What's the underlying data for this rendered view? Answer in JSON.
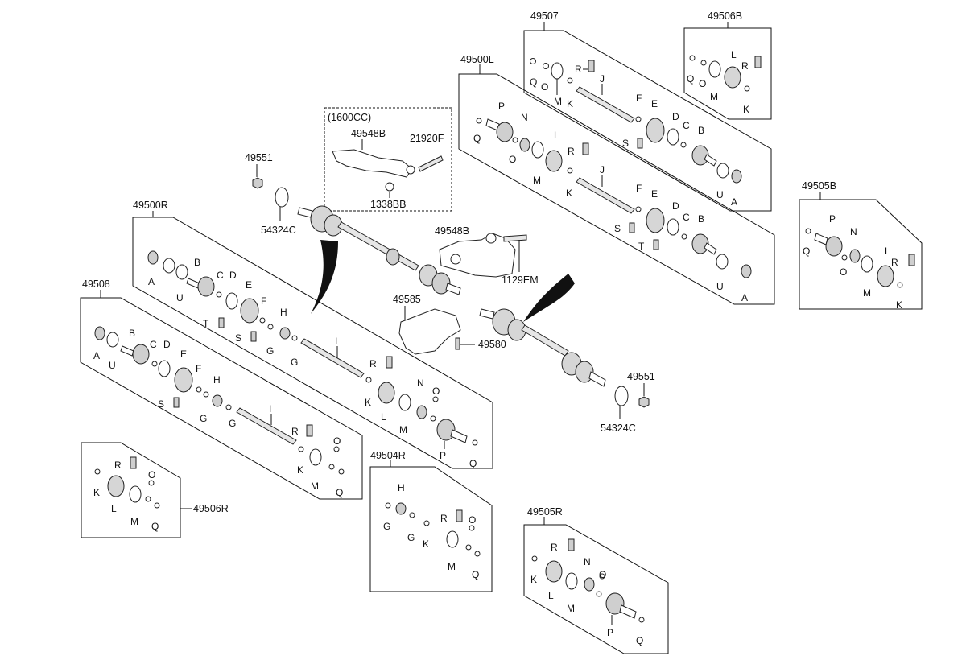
{
  "diagram": {
    "groups": {
      "g49507": {
        "id": "49507",
        "letters": {
          "R": "R",
          "Q": "Q",
          "O": "O",
          "M": "M",
          "K": "K",
          "J": "J",
          "F": "F",
          "E": "E",
          "D": "D",
          "C": "C",
          "S": "S",
          "B": "B",
          "U": "U",
          "A": "A"
        }
      },
      "g49506B": {
        "id": "49506B",
        "letters": {
          "L": "L",
          "R": "R",
          "Q": "Q",
          "O": "O",
          "M": "M",
          "K": "K"
        }
      },
      "g49500L": {
        "id": "49500L",
        "letters": {
          "P": "P",
          "Q": "Q",
          "N": "N",
          "O": "O",
          "L": "L",
          "R": "R",
          "M": "M",
          "K": "K",
          "J": "J",
          "F": "F",
          "E": "E",
          "D": "D",
          "C": "C",
          "S": "S",
          "T": "T",
          "B": "B",
          "U": "U",
          "A": "A"
        }
      },
      "g49505B": {
        "id": "49505B",
        "letters": {
          "P": "P",
          "Q": "Q",
          "N": "N",
          "O": "O",
          "L": "L",
          "R": "R",
          "M": "M",
          "K": "K"
        }
      },
      "g49500R": {
        "id": "49500R",
        "letters": {
          "A": "A",
          "U": "U",
          "B": "B",
          "C": "C",
          "D": "D",
          "E": "E",
          "T": "T",
          "F": "F",
          "S": "S",
          "H": "H",
          "G": "G",
          "G2": "G",
          "I": "I",
          "R": "R",
          "K": "K",
          "N": "N",
          "O": "O",
          "L": "L",
          "M": "M",
          "P": "P",
          "Q": "Q"
        }
      },
      "g49508": {
        "id": "49508",
        "letters": {
          "A": "A",
          "U": "U",
          "B": "B",
          "C": "C",
          "D": "D",
          "E": "E",
          "F": "F",
          "H": "H",
          "S": "S",
          "G": "G",
          "G2": "G",
          "I": "I",
          "R": "R",
          "K": "K",
          "O": "O",
          "M": "M",
          "Q": "Q"
        }
      },
      "g49506R": {
        "id": "49506R",
        "letters": {
          "R": "R",
          "K": "K",
          "L": "L",
          "M": "M",
          "O": "O",
          "Q": "Q"
        }
      },
      "g49504R": {
        "id": "49504R",
        "letters": {
          "H": "H",
          "G": "G",
          "G2": "G",
          "R": "R",
          "K": "K",
          "O": "O",
          "M": "M",
          "Q": "Q"
        }
      },
      "g49505R": {
        "id": "49505R",
        "letters": {
          "R": "R",
          "K": "K",
          "N": "N",
          "O": "O",
          "L": "L",
          "M": "M",
          "P": "P",
          "Q": "Q"
        }
      }
    },
    "parts": {
      "cc_note": "(1600CC)",
      "bracket_1600": "49548B",
      "bolt_1600": "21920F",
      "nut_1600": "1338BB",
      "nut_left": "49551",
      "ring_left": "54324C",
      "bearing_bracket": "49548B",
      "bolt_bracket": "1129EM",
      "support": "49585",
      "bolt_support": "49580",
      "nut_right": "49551",
      "ring_right": "54324C"
    }
  }
}
